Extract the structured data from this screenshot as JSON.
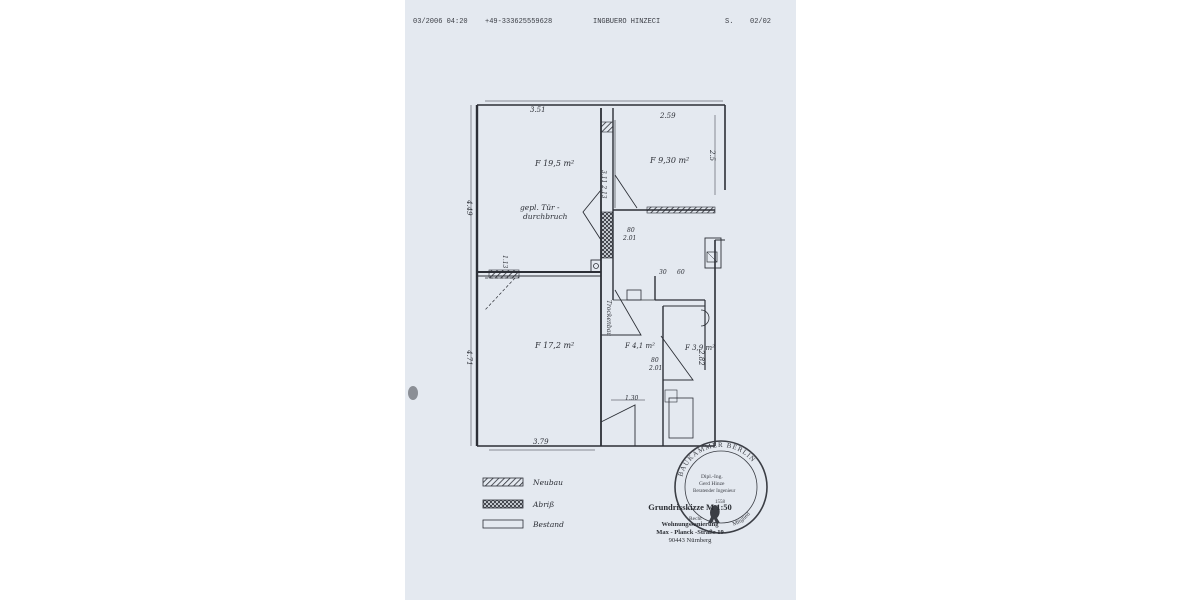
{
  "fax_header": {
    "datetime": "03/2006  04:20",
    "phone": "+49-333625559628",
    "sender": "INGBUERO HINZECI",
    "page_prefix": "S.",
    "page": "02/02"
  },
  "plan": {
    "dimensions": {
      "top_left": "3.51",
      "top_right": "2.59",
      "left_upper": "4.49",
      "left_lower": "4.71",
      "right_upper": "2.5",
      "right_lower": "2.82",
      "bottom": "3.79",
      "center_vertical": "3.11 2.13",
      "bath_width": "1.30",
      "door_a": "80",
      "door_a_h": "2.01",
      "door_b": "80",
      "door_b_h": "2.01",
      "door_c": "30",
      "door_d": "60",
      "wall_h": "1.13"
    },
    "rooms": {
      "room_1": "F 19,5 m²",
      "room_2": "F 9,30 m²",
      "room_3": "F 17,2 m²",
      "room_4": "F 4,1 m²",
      "room_5": "F 3,9 m²"
    },
    "annotations": {
      "planned_door_line1": "gepl. Tür -",
      "planned_door_line2": "durchbruch",
      "wall_note": "Trockenbau"
    }
  },
  "legend": {
    "new": "Neubau",
    "demolition": "Abriß",
    "existing": "Bestand"
  },
  "title_block": {
    "title": "Grundrisskizze M 1:50",
    "line1": "Wohnungssanierung",
    "line2": "Max - Planck -Straße 19",
    "line3": "90443 Nürnberg"
  },
  "stamp": {
    "org": "BAUKAMMER BERLIN",
    "member": "Mitglied",
    "name1": "Dipl.-Ing.",
    "name2": "Gerd Hinze",
    "name3": "Beratender Ingenieur",
    "number": "1558",
    "right_word": "Recht"
  },
  "colors": {
    "paper": "#e4e9f0",
    "ink": "#2c2f36",
    "stamp": "#3b3e45"
  }
}
